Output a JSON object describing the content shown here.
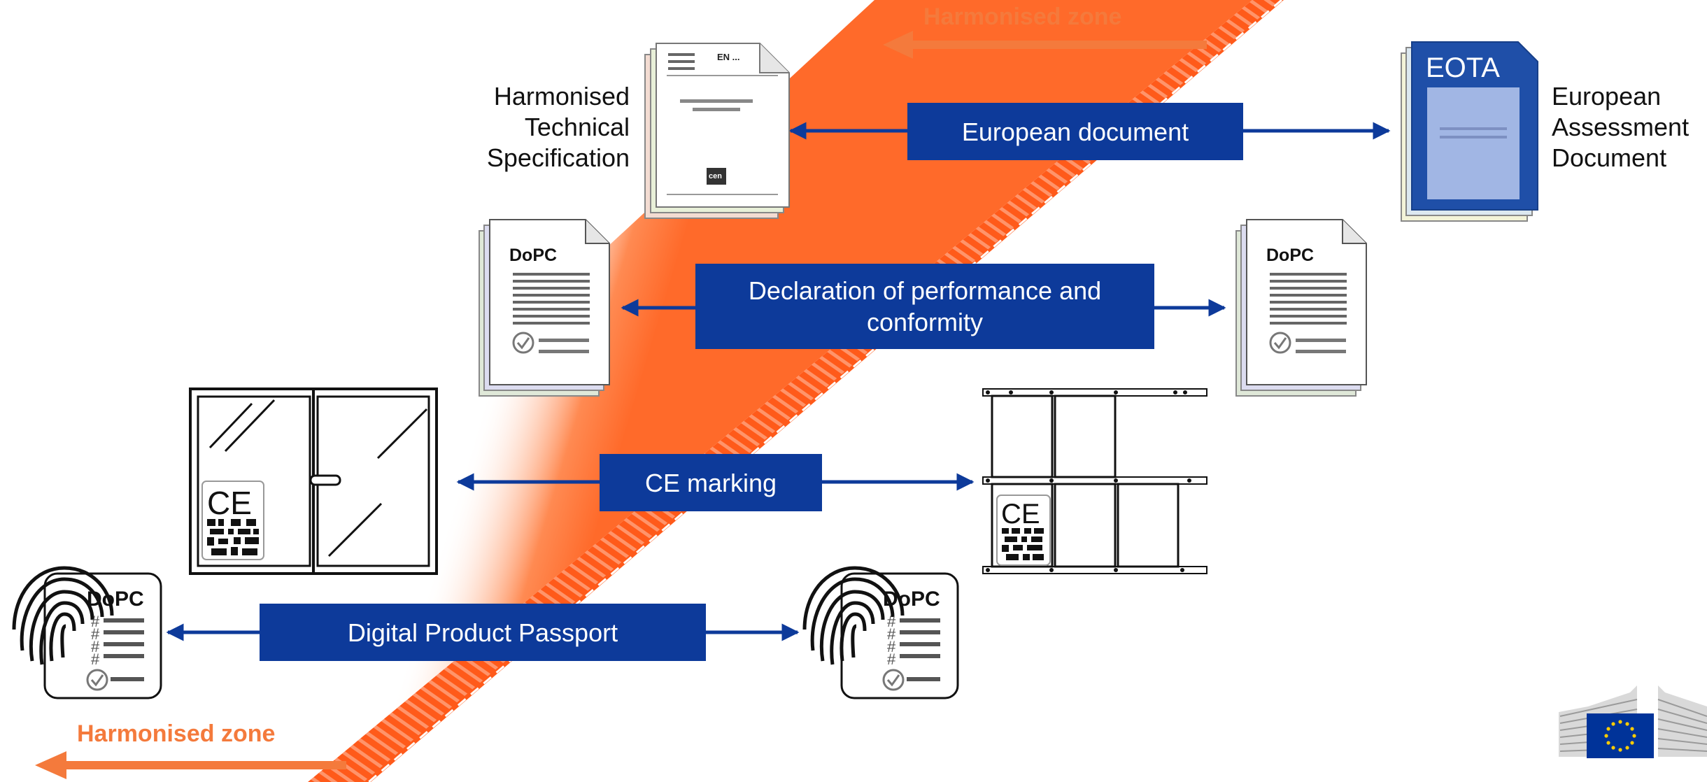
{
  "zones": {
    "top_label": "Harmonised zone",
    "bottom_label": "Harmonised zone",
    "accent_color": "#f47a3c"
  },
  "left_labels": {
    "harmonised_spec": [
      "Harmonised",
      "Technical",
      "Specification"
    ]
  },
  "right_labels": {
    "european_assessment": [
      "European",
      "Assessment",
      "Document"
    ]
  },
  "boxes": {
    "european_document": "European document",
    "declaration": [
      "Declaration of performance and",
      "conformity"
    ],
    "ce_marking": "CE marking",
    "dpp": "Digital Product Passport"
  },
  "docs": {
    "standard_header": "EN ...",
    "standard_logo": "cen",
    "eota_logo": "EOTA",
    "dopc_title": "DoPC",
    "ce_mark": "CE",
    "hash": "#"
  },
  "colors": {
    "box_blue": "#0d3a9a",
    "arrow_blue": "#0d3a9a",
    "eota_blue": "#1f4fa8",
    "eu_flag": "#003399",
    "eu_star": "#ffcc00"
  },
  "icons": [
    "document-stack-icon",
    "eota-document-icon",
    "dopc-document-icon",
    "window-icon",
    "scaffold-icon",
    "fingerprint-icon",
    "qr-code-icon",
    "ce-mark-icon",
    "check-icon",
    "eu-commission-logo"
  ]
}
